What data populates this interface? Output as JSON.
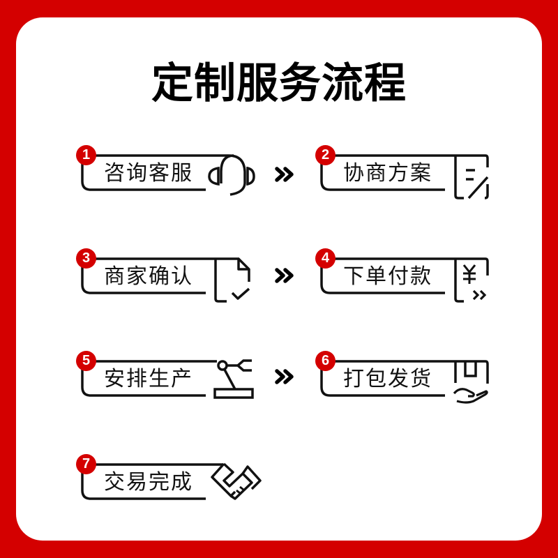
{
  "title": "定制服务流程",
  "colors": {
    "accent": "#d40000",
    "stroke": "#111111",
    "background": "#ffffff"
  },
  "steps": [
    {
      "number": "1",
      "label": "咨询客服",
      "icon": "headset-icon"
    },
    {
      "number": "2",
      "label": "协商方案",
      "icon": "document-edit-icon"
    },
    {
      "number": "3",
      "label": "商家确认",
      "icon": "document-check-icon"
    },
    {
      "number": "4",
      "label": "下单付款",
      "icon": "yuan-payment-icon"
    },
    {
      "number": "5",
      "label": "安排生产",
      "icon": "robotic-arm-icon"
    },
    {
      "number": "6",
      "label": "打包发货",
      "icon": "package-hand-icon"
    },
    {
      "number": "7",
      "label": "交易完成",
      "icon": "handshake-icon"
    }
  ],
  "connector": "»"
}
